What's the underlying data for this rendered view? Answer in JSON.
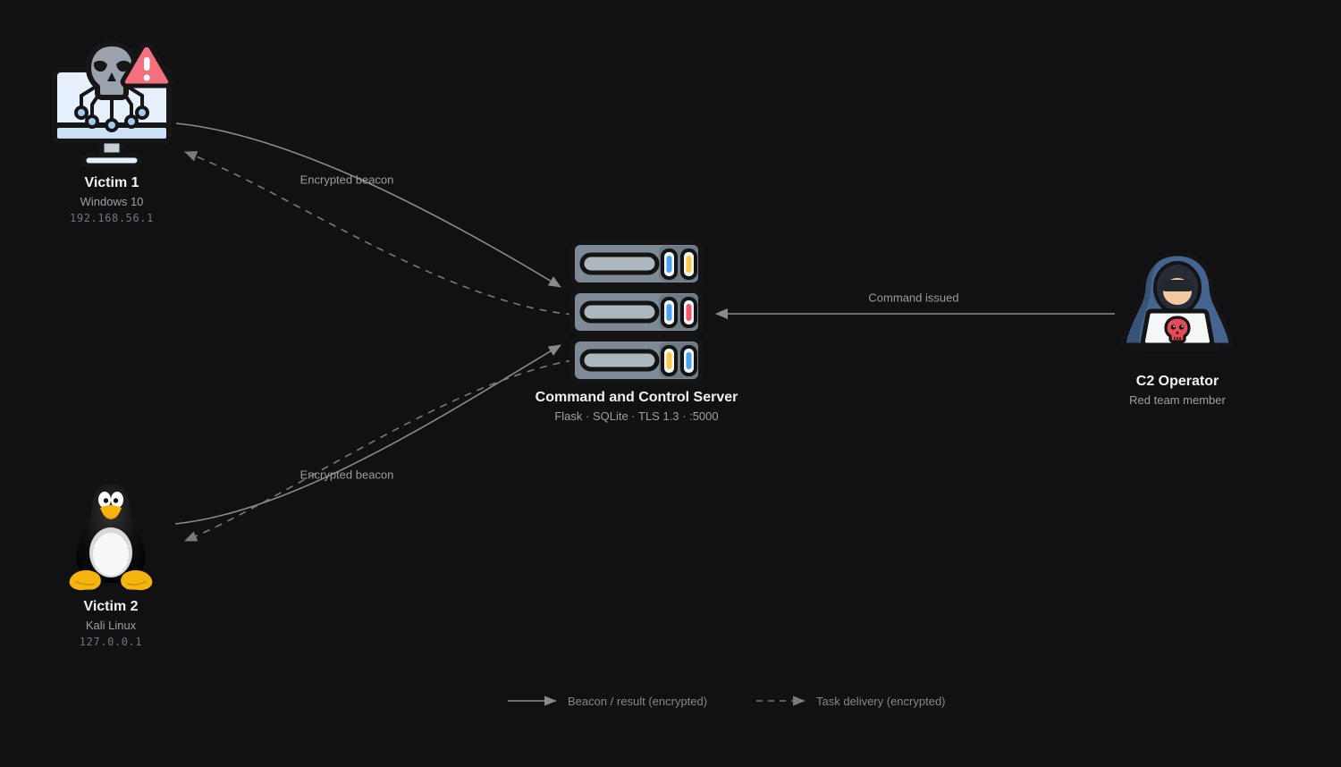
{
  "diagram": {
    "background": "#111113",
    "kind": "c2-architecture-diagram"
  },
  "nodes": {
    "victim1": {
      "icon": "infected-computer-icon",
      "title": "Victim 1",
      "subtitle": "Windows 10",
      "ip": "192.168.56.1"
    },
    "server": {
      "icon": "server-rack-icon",
      "title": "Command and Control Server",
      "subtitle": "Flask · SQLite · TLS 1.3 · :5000"
    },
    "operator": {
      "icon": "hacker-icon",
      "title": "C2 Operator",
      "subtitle": "Red team member"
    },
    "victim2": {
      "icon": "tux-penguin-icon",
      "title": "Victim 2",
      "subtitle": "Kali Linux",
      "ip": "127.0.0.1"
    }
  },
  "edges": [
    {
      "id": "beacon-victim1-to-server",
      "from": "victim1",
      "to": "server",
      "style": "solid",
      "label": "Encrypted beacon"
    },
    {
      "id": "task-server-to-victim1",
      "from": "server",
      "to": "victim1",
      "style": "dashed",
      "label": ""
    },
    {
      "id": "beacon-victim2-to-server",
      "from": "victim2",
      "to": "server",
      "style": "solid",
      "label": "Encrypted beacon"
    },
    {
      "id": "task-server-to-victim2",
      "from": "server",
      "to": "victim2",
      "style": "dashed",
      "label": ""
    },
    {
      "id": "command-operator-to-server",
      "from": "operator",
      "to": "server",
      "style": "solid",
      "label": "Command issued"
    }
  ],
  "legend": {
    "solid": "Beacon / result (encrypted)",
    "dashed": "Task delivery (encrypted)"
  },
  "colors": {
    "arrow_solid": "#8a8a8a",
    "arrow_dashed": "#7a7a7a",
    "title_text": "#f2f2f2",
    "subtitle_text": "#9aa0a6",
    "ip_text": "#6e7681",
    "edge_label_text": "#9c9c9c",
    "legend_text": "#878787",
    "warning_red": "#f3717f",
    "hood_blue": "#456490",
    "server_gray": "#7e8b97",
    "server_light_blue": "#4aa3f2",
    "server_light_yellow": "#f8c94b",
    "server_light_red": "#f2566c",
    "tux_orange": "#f6b40e",
    "skull_red": "#e84a57"
  }
}
